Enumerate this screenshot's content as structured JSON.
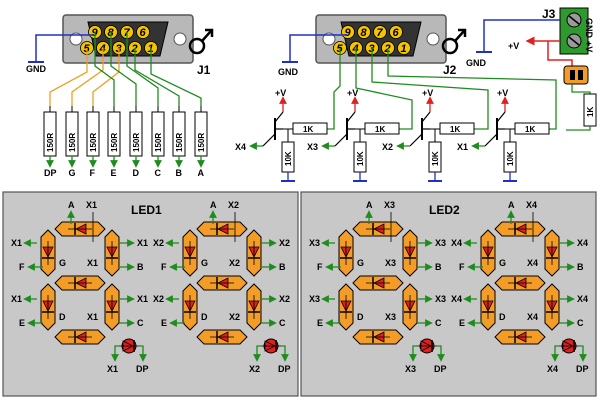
{
  "connectors": {
    "j1": {
      "label": "J1",
      "pins_top": [
        "9",
        "8",
        "7",
        "6"
      ],
      "pins_bottom": [
        "5",
        "4",
        "3",
        "2",
        "1"
      ]
    },
    "j2": {
      "label": "J2",
      "pins_top": [
        "9",
        "8",
        "7",
        "6"
      ],
      "pins_bottom": [
        "5",
        "4",
        "3",
        "2",
        "1"
      ]
    },
    "j3": {
      "label": "J3",
      "pin_labels": [
        "GND",
        "+V"
      ]
    }
  },
  "power": {
    "gnd": "GND",
    "vplus": "+V",
    "vplus_arrow": "+V"
  },
  "segment_resistors": {
    "value": "150R",
    "labels": [
      "DP",
      "G",
      "F",
      "E",
      "D",
      "C",
      "B",
      "A"
    ]
  },
  "drivers": {
    "base_resistor": "1K",
    "pulldown_resistor": "10K",
    "outputs": [
      "X4",
      "X3",
      "X2",
      "X1"
    ],
    "supply_resistor": "1K"
  },
  "panels": [
    {
      "title": "LED1",
      "digits": [
        {
          "mux": "X1",
          "segments": [
            "A",
            "B",
            "C",
            "D",
            "E",
            "F",
            "G"
          ],
          "dp": "DP"
        },
        {
          "mux": "X2",
          "segments": [
            "A",
            "B",
            "C",
            "D",
            "E",
            "F",
            "G"
          ],
          "dp": "DP"
        }
      ]
    },
    {
      "title": "LED2",
      "digits": [
        {
          "mux": "X3",
          "segments": [
            "A",
            "B",
            "C",
            "D",
            "E",
            "F",
            "G"
          ],
          "dp": "DP"
        },
        {
          "mux": "X4",
          "segments": [
            "A",
            "B",
            "C",
            "D",
            "E",
            "F",
            "G"
          ],
          "dp": "DP"
        }
      ]
    }
  ],
  "colors": {
    "wire_green": "#1e8c1e",
    "wire_orange": "#f0a020",
    "wire_blue": "#2030c0",
    "wire_red": "#e02020",
    "segment_fill": "#f39c28",
    "panel_bg": "#c8c8c8",
    "led_red": "#e02020"
  }
}
